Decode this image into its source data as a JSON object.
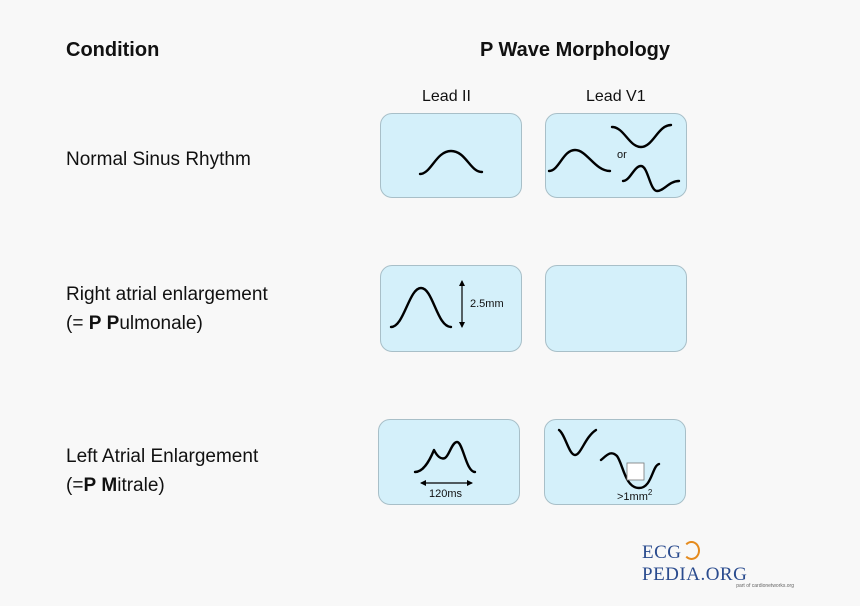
{
  "headers": {
    "condition": "Condition",
    "morphology": "P Wave Morphology"
  },
  "leads": {
    "lead_ii": "Lead II",
    "lead_v1": "Lead V1"
  },
  "rows": [
    {
      "name_line1": "Normal Sinus Rhythm"
    },
    {
      "name_line1": "Right atrial enlargement",
      "line2_prefix": "(= ",
      "line2_b1": "P",
      "line2_mid": " ",
      "line2_b2": "P",
      "line2_suffix": "ulmonale)"
    },
    {
      "name_line1": "Left Atrial Enlargement",
      "line2_prefix": "(=",
      "line2_b1": "P",
      "line2_mid": " ",
      "line2_b2": "M",
      "line2_suffix": "itrale)"
    }
  ],
  "annotations": {
    "or": "or",
    "height": "2.5mm",
    "duration": "120ms",
    "area": ">1mm",
    "area_sup": "2"
  },
  "logo": {
    "text_left": "ECG",
    "text_right": "PEDIA.ORG",
    "subtitle": "part of cardionetworks.org"
  }
}
